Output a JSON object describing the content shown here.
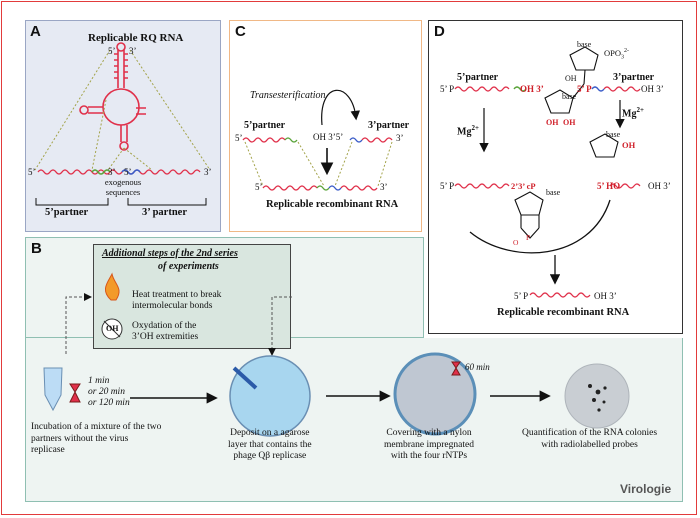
{
  "panels": {
    "a": {
      "letter": "A",
      "title": "Replicable RQ RNA",
      "five": "5’",
      "three": "3’",
      "exo": "exogenous sequences",
      "p5": "5’partner",
      "p3": "3’ partner"
    },
    "c": {
      "letter": "C",
      "trans": "Transesterification",
      "p5": "5’partner",
      "p3": "3’partner",
      "oh": "OH 3’5’",
      "five": "5’",
      "three": "3’",
      "result": "Replicable recombinant RNA"
    },
    "d": {
      "letter": "D",
      "p5": "5’partner",
      "p3": "3’partner",
      "oh3": "OH 3’",
      "base": "base",
      "opo3": "OPO",
      "opo3sub": "3",
      "opo3sup": "2-",
      "mg": "Mg",
      "mgsup": "2+",
      "p5a": "5’ P",
      "p5b": "5’ P",
      "oh3b": "OH 3’",
      "oh": "OH",
      "cyc": "2’3’ cP",
      "ho5": "5’ HO",
      "p5c": "5’ P",
      "oh3c": "OH 3’",
      "p5d": "5’ P",
      "oh3d": "OH 3’",
      "result": "Replicable recombinant RNA",
      "oh_a": "OH",
      "oh_b": "OH",
      "oh_c": "OH",
      "o": "O",
      "p": "P"
    },
    "b": {
      "letter": "B",
      "box_title1": "Additional steps of the 2nd series",
      "box_title2": "of experiments",
      "heat1": "Heat treatment to break",
      "heat2": "intermolecular bonds",
      "ox1": "Oxydation of the",
      "ox2": "3’OH extremities",
      "oh": "OH"
    }
  },
  "steps": [
    {
      "lines": [
        "Incubation of a mixture of the two",
        "partners without the virus",
        "replicase"
      ]
    },
    {
      "lines": [
        "Deposit on a agarose",
        "layer that contains the",
        "phage Qβ replicase"
      ]
    },
    {
      "lines": [
        "Covering with a nylon",
        "membrane impregnated",
        "with the four rNTPs"
      ]
    },
    {
      "lines": [
        "Quantification of the RNA colonies",
        "with radiolabelled probes"
      ]
    }
  ],
  "times": [
    "1 min",
    "or 20 min",
    "or 120 min"
  ],
  "time2": "60 min",
  "logo": "Virologie",
  "colors": {
    "rna_red": "#e0304a",
    "rna_green": "#5aa43a",
    "rna_blue": "#3a5cc8",
    "panelA_bg": "#e6eaf3",
    "panelB_bg": "#eef4f2",
    "box_bg": "#d9e6df",
    "frame": "#e23b3b"
  }
}
